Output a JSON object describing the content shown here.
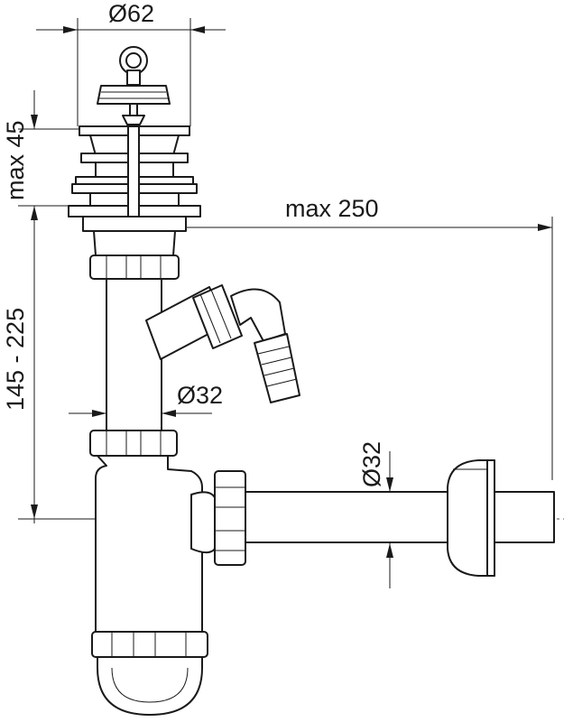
{
  "dimensions": {
    "plug_diameter": "Ø62",
    "max_height": "max 45",
    "max_length": "max 250",
    "height_range": "145 - 225",
    "pipe_diameter": "Ø32",
    "outlet_diameter": "Ø32"
  }
}
